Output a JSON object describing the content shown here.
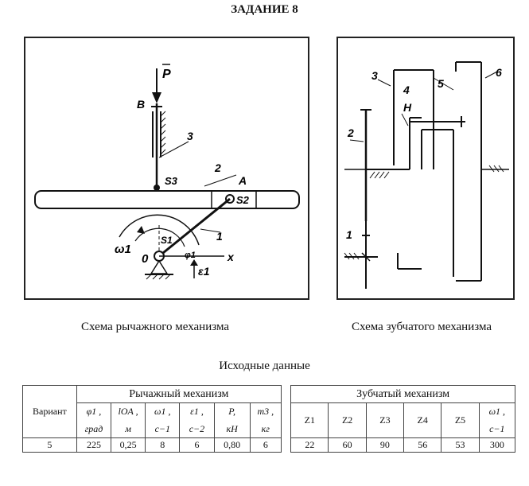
{
  "task_title": "ЗАДАНИЕ 8",
  "lever_diagram": {
    "caption": "Схема рычажного механизма",
    "labels": {
      "force": "P",
      "point_b": "B",
      "link_3": "3",
      "s3": "S3",
      "link_2": "2",
      "point_a": "A",
      "s2": "S2",
      "s1": "S1",
      "link_1": "1",
      "omega1": "ω1",
      "origin": "0",
      "phi1": "φ1",
      "epsilon1": "ε1",
      "x_axis": "x"
    }
  },
  "gear_diagram": {
    "caption": "Схема зубчатого механизма",
    "labels": {
      "g1": "1",
      "g2": "2",
      "g3": "3",
      "g4": "4",
      "g5": "5",
      "g6": "6",
      "carrier": "H"
    }
  },
  "data_table": {
    "title": "Исходные данные",
    "variant_header": "Вариант",
    "lever_group_header": "Рычажный механизм",
    "gear_group_header": "Зубчатый механизм",
    "lever_columns": [
      {
        "symbol": "φ1 ,",
        "unit": "град"
      },
      {
        "symbol": "lOA ,",
        "unit": "м"
      },
      {
        "symbol": "ω1 ,",
        "unit": "с−1"
      },
      {
        "symbol": "ε1 ,",
        "unit": "с−2"
      },
      {
        "symbol": "P,",
        "unit": "кН"
      },
      {
        "symbol": "m3 ,",
        "unit": "кг"
      }
    ],
    "gear_columns": [
      {
        "symbol": "Z1",
        "unit": ""
      },
      {
        "symbol": "Z2",
        "unit": ""
      },
      {
        "symbol": "Z3",
        "unit": ""
      },
      {
        "symbol": "Z4",
        "unit": ""
      },
      {
        "symbol": "Z5",
        "unit": ""
      },
      {
        "symbol": "ω1 ,",
        "unit": "с−1"
      }
    ],
    "row": {
      "variant": "5",
      "lever_values": [
        "225",
        "0,25",
        "8",
        "6",
        "0,80",
        "6"
      ],
      "gear_values": [
        "22",
        "60",
        "90",
        "56",
        "53",
        "300"
      ]
    }
  }
}
